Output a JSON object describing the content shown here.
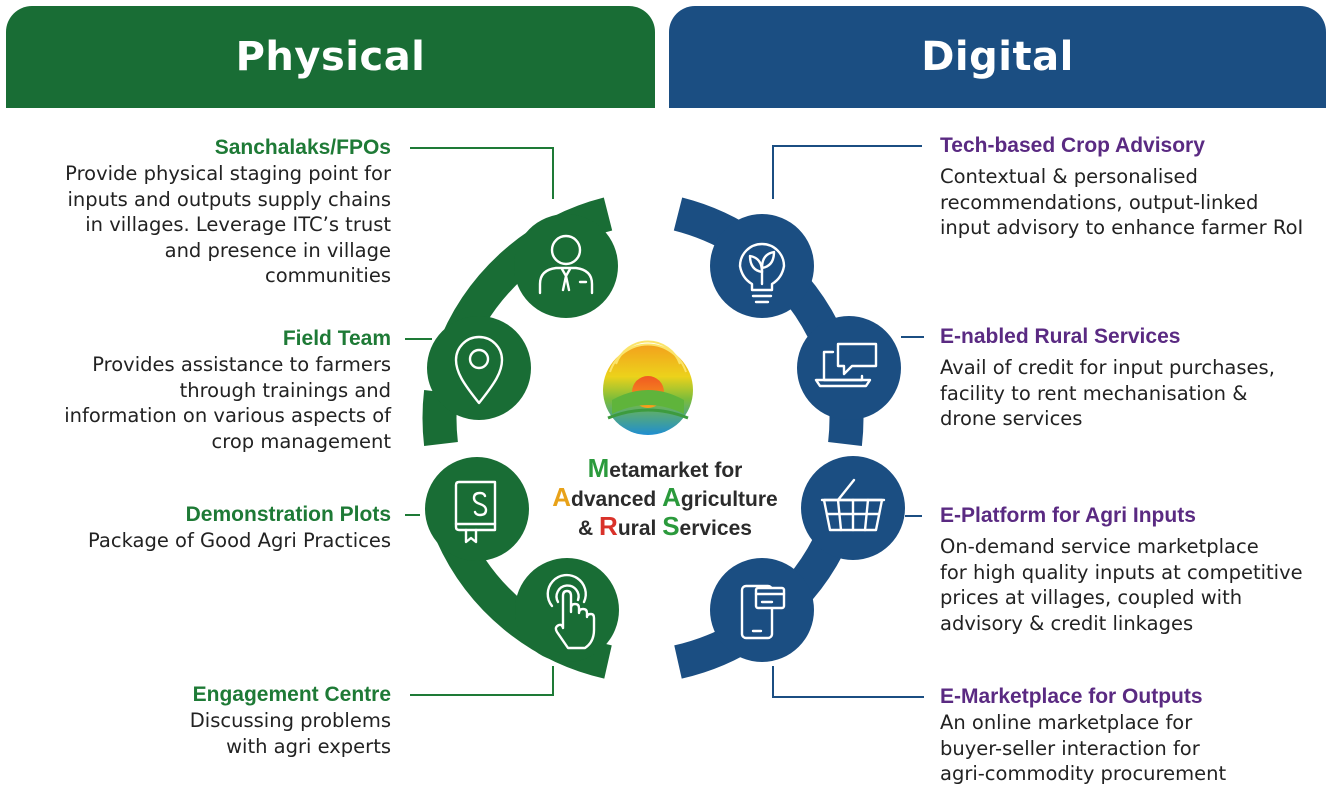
{
  "banners": {
    "physical": "Physical",
    "digital": "Digital"
  },
  "physical": [
    {
      "title": "Sanchalaks/FPOs",
      "lines": [
        "Provide physical staging point for",
        "inputs and outputs supply chains",
        "in villages. Leverage ITC’s trust",
        "and presence in village",
        "communities"
      ],
      "icon": "user-icon"
    },
    {
      "title": "Field Team",
      "lines": [
        "Provides assistance to farmers",
        "through trainings and",
        "information on various aspects of",
        "crop management"
      ],
      "icon": "location-pin-icon"
    },
    {
      "title": "Demonstration Plots",
      "lines": [
        "Package of Good Agri Practices"
      ],
      "icon": "book-icon"
    },
    {
      "title": "Engagement Centre",
      "lines": [
        "Discussing problems",
        "with agri experts"
      ],
      "icon": "touch-icon"
    }
  ],
  "digital": [
    {
      "title": "Tech-based Crop Advisory",
      "lines": [
        "Contextual & personalised",
        "recommendations, output-linked",
        "input advisory to enhance farmer RoI"
      ],
      "icon": "lightbulb-leaf-icon"
    },
    {
      "title": "E-nabled Rural Services",
      "lines": [
        "Avail of credit for input purchases,",
        "facility to rent mechanisation &",
        "drone services"
      ],
      "icon": "laptop-chat-icon"
    },
    {
      "title": "E-Platform for Agri Inputs",
      "lines": [
        "On-demand service marketplace",
        "for high quality inputs at competitive",
        "prices at villages, coupled with",
        "advisory & credit linkages"
      ],
      "icon": "basket-icon"
    },
    {
      "title": "E-Marketplace for Outputs",
      "lines": [
        "An online marketplace for",
        "buyer-seller interaction for",
        "agri-commodity procurement"
      ],
      "icon": "phone-card-icon"
    }
  ],
  "center": {
    "line1": {
      "cap": "M",
      "rest": "etamarket for"
    },
    "line2": {
      "cap1": "A",
      "rest1": "dvanced ",
      "cap2": "A",
      "rest2": "griculture"
    },
    "line3": {
      "pre": "& ",
      "cap1": "R",
      "rest1": "ural ",
      "cap2": "S",
      "rest2": "ervices"
    }
  },
  "colors": {
    "physical": "#196d35",
    "digital": "#1b4e82",
    "physical_title": "#1e7a36",
    "digital_title": "#5a2a82"
  }
}
